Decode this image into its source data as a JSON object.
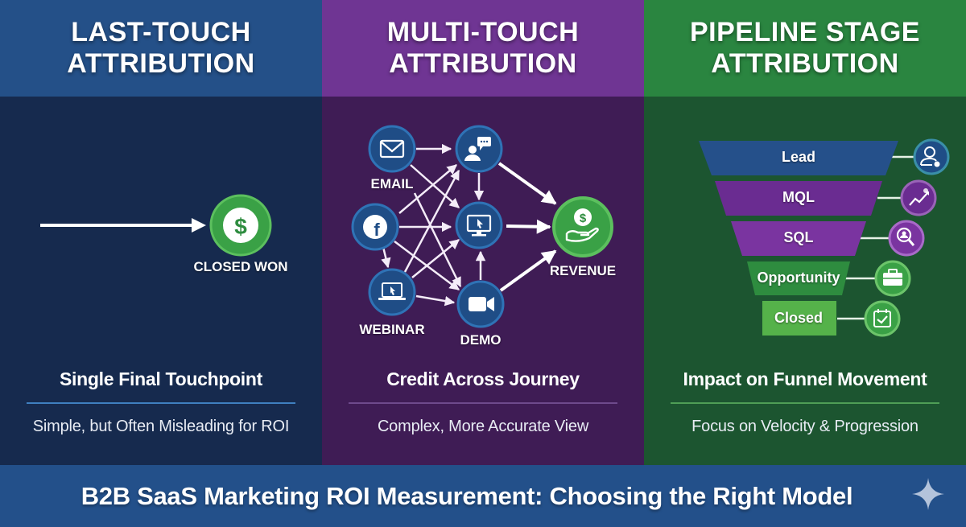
{
  "columns": [
    {
      "id": "last-touch",
      "title_line1": "LAST-TOUCH",
      "title_line2": "ATTRIBUTION",
      "header_color": "#245088",
      "body_color": "#162a4e",
      "diagram": {
        "type": "single-arrow",
        "target_label": "CLOSED WON",
        "target_icon": "dollar-icon"
      },
      "subtitle": "Single Final Touchpoint",
      "divider_color": "#3f7fc0",
      "description": "Simple, but Often Misleading for ROI"
    },
    {
      "id": "multi-touch",
      "title_line1": "MULTI-TOUCH",
      "title_line2": "ATTRIBUTION",
      "header_color": "#6f3593",
      "body_color": "#3f1c55",
      "diagram": {
        "type": "network",
        "nodes": [
          {
            "id": "email",
            "label": "EMAIL",
            "icon": "envelope-icon"
          },
          {
            "id": "chat",
            "label": "",
            "icon": "chat-user-icon"
          },
          {
            "id": "facebook",
            "label": "",
            "icon": "facebook-icon"
          },
          {
            "id": "screen",
            "label": "",
            "icon": "monitor-cursor-icon"
          },
          {
            "id": "webinar",
            "label": "WEBINAR",
            "icon": "laptop-icon"
          },
          {
            "id": "demo",
            "label": "DEMO",
            "icon": "video-camera-icon"
          },
          {
            "id": "revenue",
            "label": "REVENUE",
            "icon": "money-hand-icon"
          }
        ]
      },
      "subtitle": "Credit Across Journey",
      "divider_color": "#6e4a8c",
      "description": "Complex, More Accurate View"
    },
    {
      "id": "pipeline-stage",
      "title_line1": "PIPELINE STAGE",
      "title_line2": "ATTRIBUTION",
      "header_color": "#2a8540",
      "body_color": "#1c5530",
      "diagram": {
        "type": "funnel",
        "stages": [
          {
            "label": "Lead",
            "color": "#25508a",
            "icon": "user-gear-icon"
          },
          {
            "label": "MQL",
            "color": "#6a2c91",
            "icon": "trend-chart-icon"
          },
          {
            "label": "SQL",
            "color": "#7a34a0",
            "icon": "search-user-icon"
          },
          {
            "label": "Opportunity",
            "color": "#2e8c3f",
            "icon": "briefcase-icon"
          },
          {
            "label": "Closed",
            "color": "#55b24a",
            "icon": "calendar-check-icon"
          }
        ]
      },
      "subtitle": "Impact on Funnel Movement",
      "divider_color": "#4f9e56",
      "description": "Focus on Velocity & Progression"
    }
  ],
  "footer": {
    "title": "B2B SaaS Marketing ROI Measurement: Choosing the Right Model",
    "background": "#23508a",
    "icon": "sparkle-icon"
  }
}
